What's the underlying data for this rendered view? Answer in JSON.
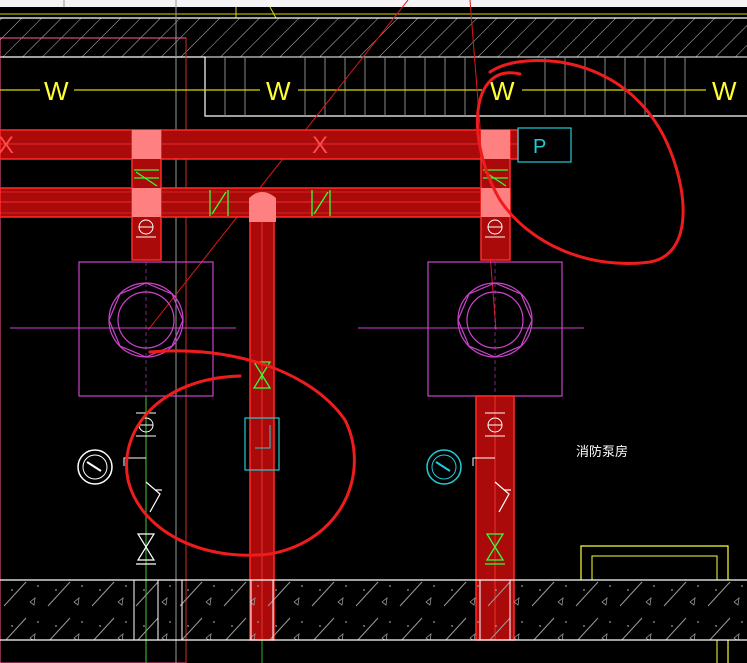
{
  "pipe_labels": {
    "w": [
      "W",
      "W",
      "W",
      "W"
    ],
    "x": [
      "X",
      "X"
    ],
    "p": "P"
  },
  "room_label": "消防泵房",
  "colors": {
    "background": "#000000",
    "pipe_fill": "#aa0a0a",
    "pipe_edge": "#ff2a2a",
    "fitting": "#ff8080",
    "wall": "#ffffff",
    "hatch": "#aaaaaa",
    "gridline": "#d8d800",
    "pump": "#cc44cc",
    "valve": "#33ff33",
    "cyan": "#22ccd6",
    "annotation": "#ee1c1c"
  }
}
